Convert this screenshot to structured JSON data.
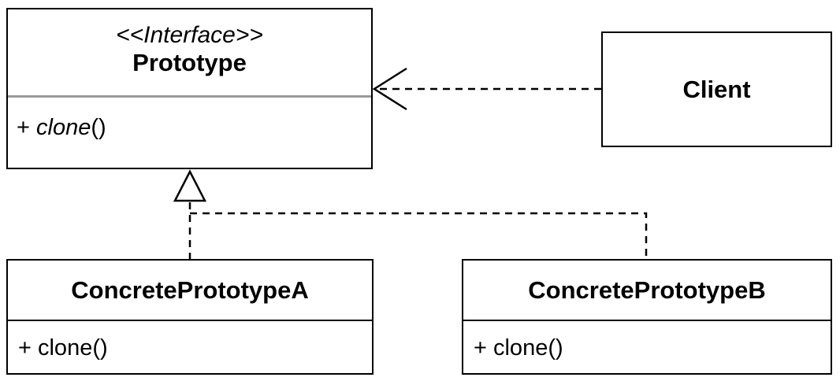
{
  "diagram": {
    "prototype": {
      "stereotype": "<<Interface>>",
      "name": "Prototype",
      "operation": {
        "visibility": "+",
        "method": "clone",
        "params": "()"
      }
    },
    "client": {
      "name": "Client"
    },
    "concrete_a": {
      "name": "ConcretePrototypeA",
      "operation": "+ clone()"
    },
    "concrete_b": {
      "name": "ConcretePrototypeB",
      "operation": "+ clone()"
    },
    "relations": [
      {
        "kind": "dependency",
        "from": "Client",
        "to": "Prototype"
      },
      {
        "kind": "realization",
        "from": "ConcretePrototypeA",
        "to": "Prototype"
      },
      {
        "kind": "realization",
        "from": "ConcretePrototypeB",
        "to": "Prototype"
      }
    ],
    "colors": {
      "line": "#000000",
      "divider": "#9a9a9a",
      "background": "#ffffff"
    }
  }
}
